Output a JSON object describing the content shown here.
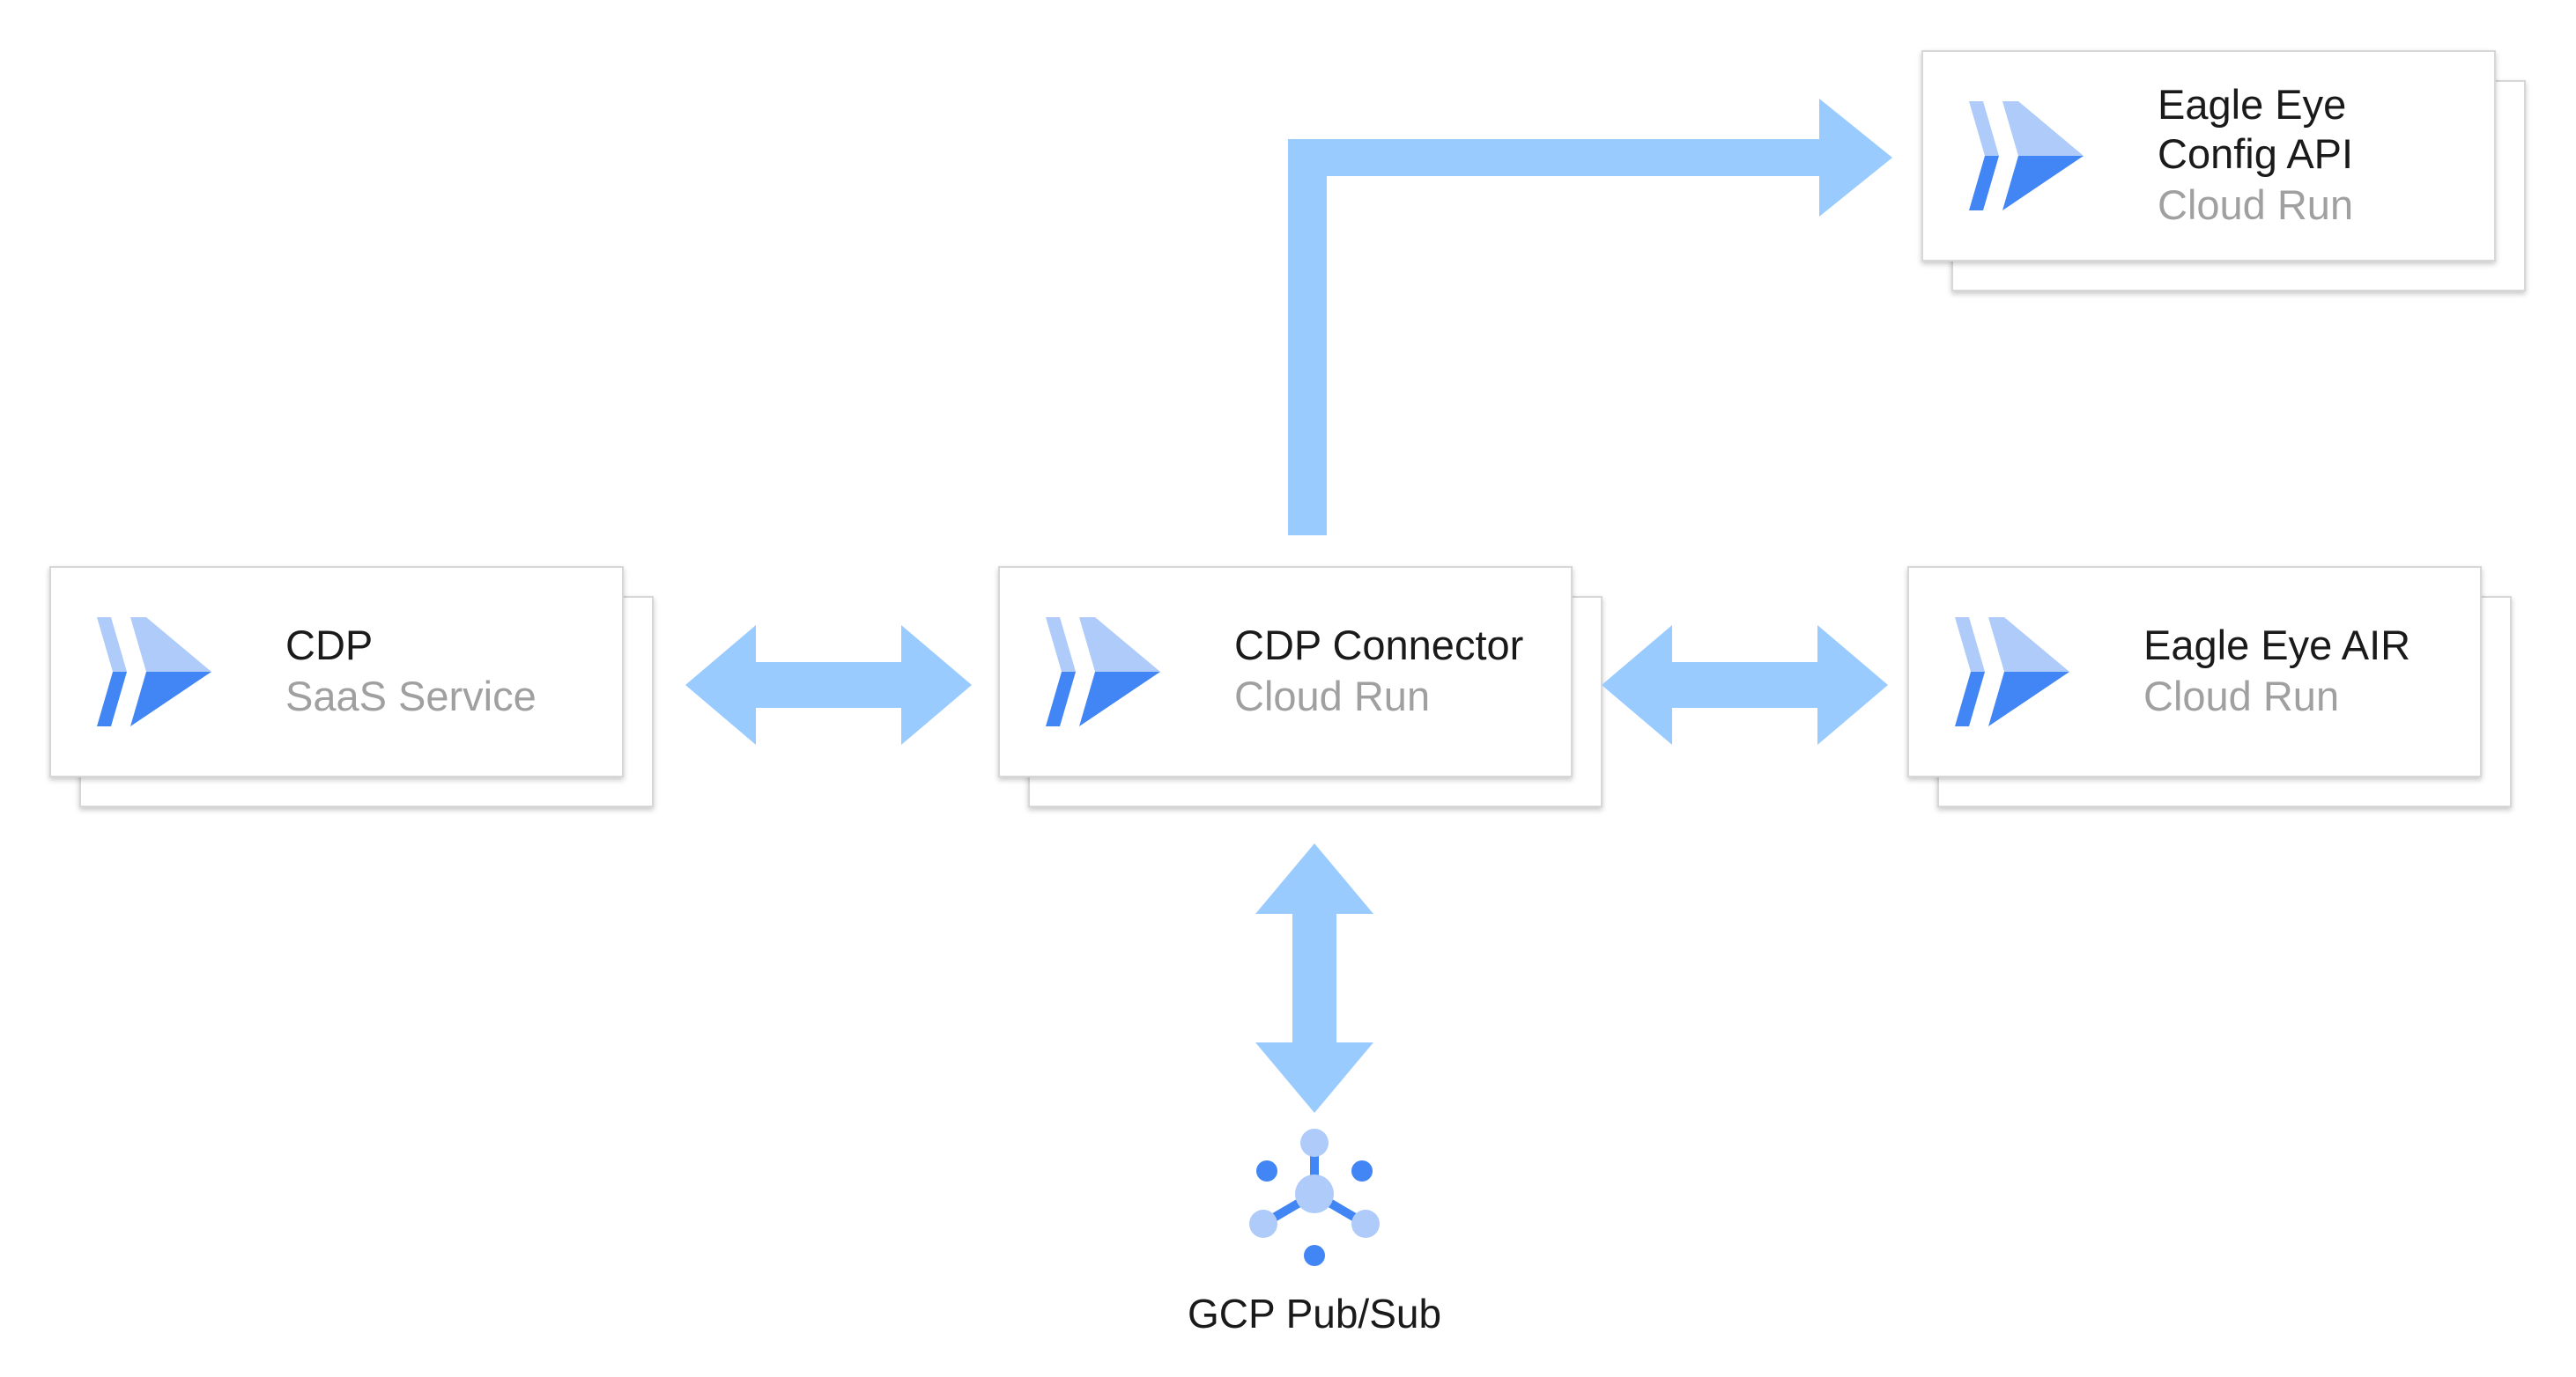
{
  "nodes": {
    "cdp": {
      "title": "CDP",
      "subtitle": "SaaS Service",
      "icon": "cloud-run-icon"
    },
    "connector": {
      "title": "CDP Connector",
      "subtitle": "Cloud Run",
      "icon": "cloud-run-icon"
    },
    "config_api": {
      "title_line1": "Eagle Eye",
      "title_line2": "Config API",
      "subtitle": "Cloud Run",
      "icon": "cloud-run-icon"
    },
    "air": {
      "title": "Eagle Eye AIR",
      "subtitle": "Cloud Run",
      "icon": "cloud-run-icon"
    },
    "pubsub": {
      "label": "GCP Pub/Sub",
      "icon": "pubsub-icon"
    }
  },
  "colors": {
    "arrow": "#99cbff",
    "icon_dark": "#4285f4",
    "icon_light": "#aecbfa",
    "subtitle_text": "#a0a0a0"
  },
  "connections": [
    {
      "from": "cdp",
      "to": "connector",
      "direction": "bidirectional"
    },
    {
      "from": "connector",
      "to": "air",
      "direction": "bidirectional"
    },
    {
      "from": "connector",
      "to": "pubsub",
      "direction": "bidirectional"
    },
    {
      "from": "connector",
      "to": "config_api",
      "direction": "one-way"
    }
  ]
}
